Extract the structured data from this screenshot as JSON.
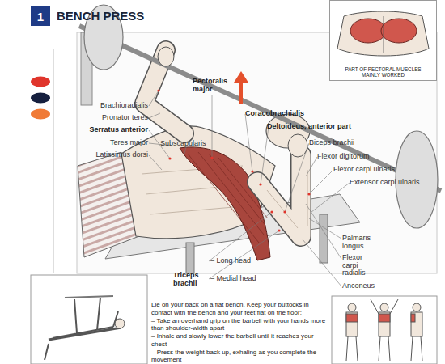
{
  "diagram": {
    "title": "BENCH PRESS",
    "nodes": [
      {
        "text": [
          "PART OF PECTORAL MUSCLES MAINLY WORKED"
        ]
      },
      {
        "text": [
          "Lie on your back on a flat bench. Keep your buttocks in contact with the bench and your feet flat on the floor:",
          "– Take an overhand grip on the barbell with your hands more than shoulder-width apart",
          "– Inhale and slowly lower the barbell until it reaches your chest",
          "– Press the weight back up, exhaling as you complete the movement"
        ]
      }
    ],
    "labels": [
      "1",
      "Brachioradialis",
      "Pronator teres",
      "Serratus anterior",
      "Teres major",
      "Latissimus dorsi",
      "Subscapularis",
      "Pectoralis major",
      "Coracobrachialis",
      "Deltoideus, anterior part",
      "Biceps brachii",
      "Flexor digitorum",
      "Flexor carpi ulnaris",
      "Extensor carpi ulnaris",
      "Palmaris longus",
      "Flexor carpi radialis",
      "Anconeus",
      "Triceps brachii",
      "– Long head",
      "– Medial head"
    ]
  }
}
